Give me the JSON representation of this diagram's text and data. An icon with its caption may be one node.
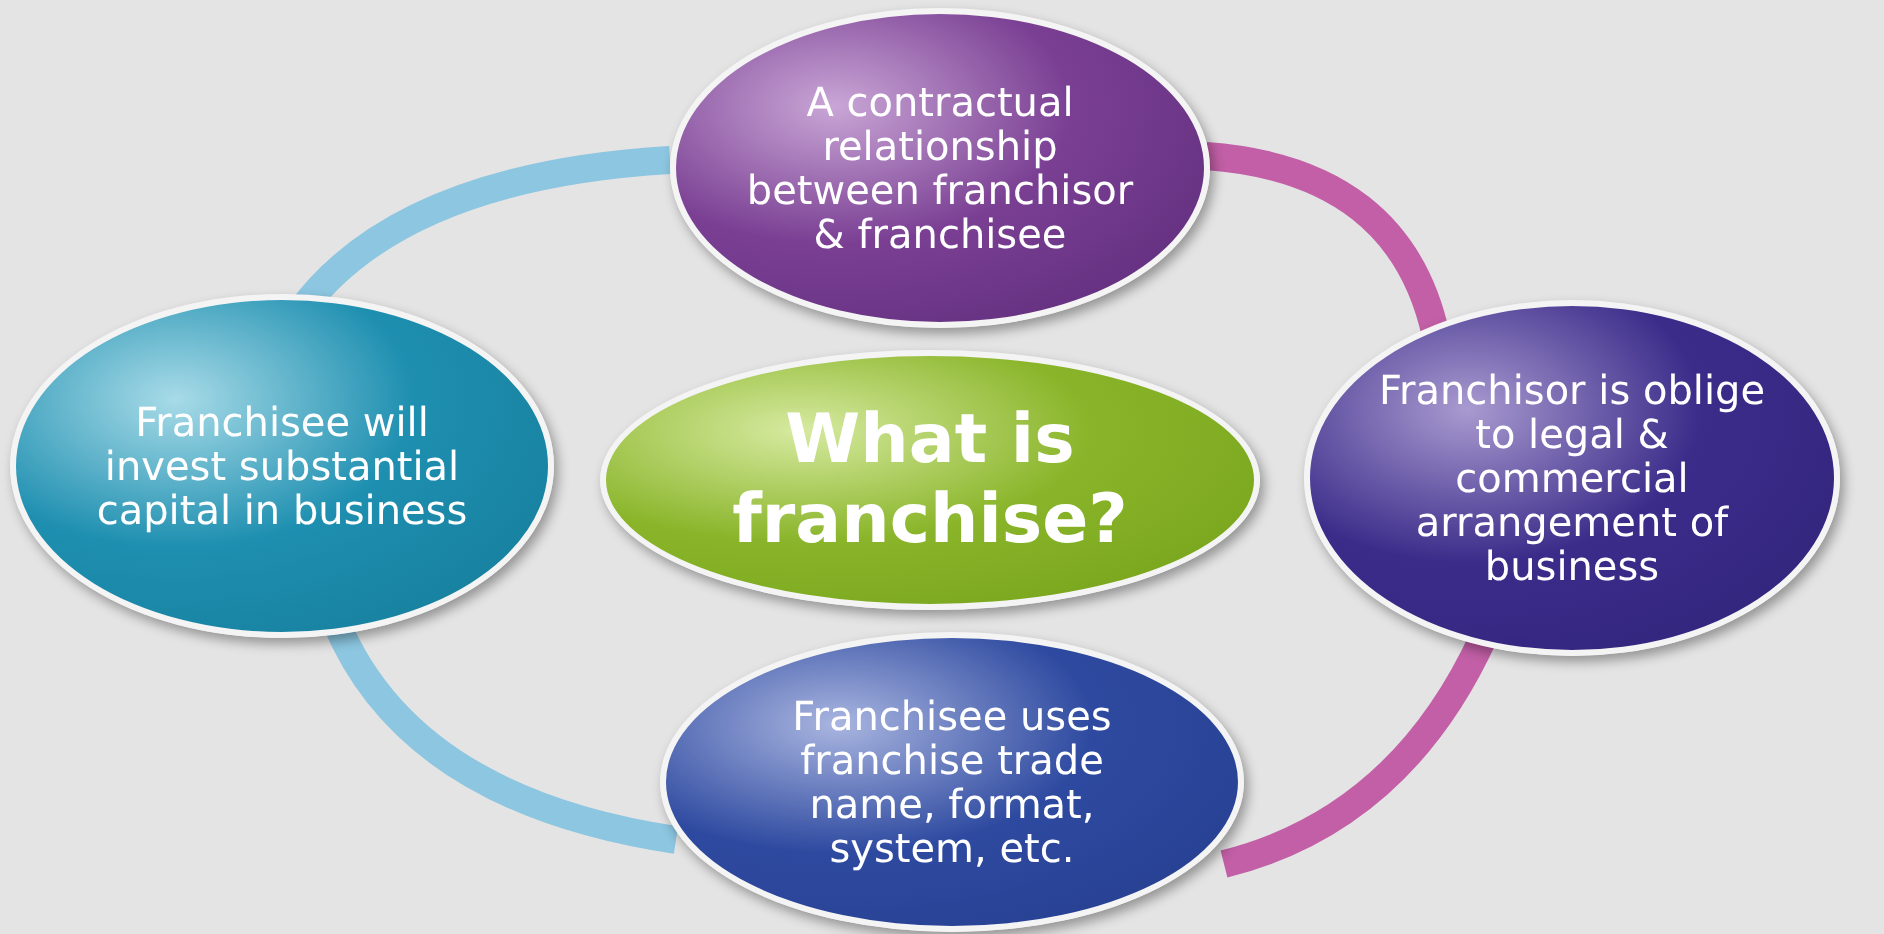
{
  "diagram": {
    "nodes": [
      {
        "text": [
          "A contractual relationship between franchisor & franchisee"
        ]
      },
      {
        "text": [
          "Franchisee will invest substantial capital in business"
        ]
      },
      {
        "text": [
          "What is franchise?"
        ]
      },
      {
        "text": [
          "Franchisor is oblige to legal & commercial arrangement of business"
        ]
      },
      {
        "text": [
          "Franchisee uses franchise trade name, format, system, etc."
        ]
      }
    ],
    "edges": [
      {
        "from": 0,
        "to": 3,
        "arrow": "none",
        "color": "#c25fa6"
      },
      {
        "from": 3,
        "to": 4,
        "arrow": "none",
        "color": "#c25fa6"
      },
      {
        "from": 4,
        "to": 1,
        "arrow": "none",
        "color": "#8cc6e0"
      },
      {
        "from": 1,
        "to": 0,
        "arrow": "none",
        "color": "#8cc6e0"
      }
    ]
  }
}
